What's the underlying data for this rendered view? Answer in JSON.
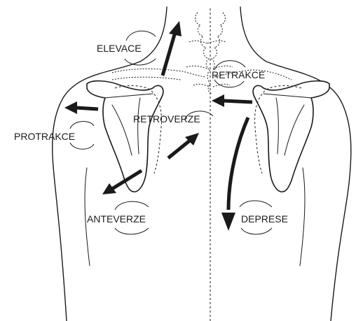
{
  "labels": {
    "elevace": "ELEVACE",
    "retrakce": "RETRAKCE",
    "retroverze": "RETROVERZE",
    "protrakce": "PROTRAKCE",
    "anteverze": "ANTEVERZE",
    "deprese": "DEPRESE"
  },
  "colors": {
    "ink": "#1a1a1a",
    "background": "#ffffff"
  }
}
